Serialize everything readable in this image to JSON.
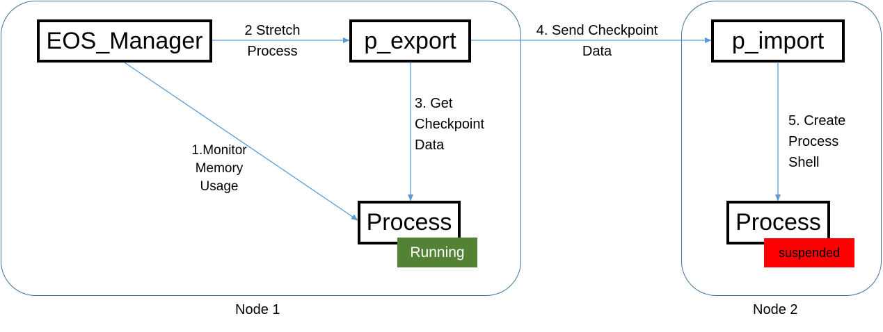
{
  "nodes": {
    "node1": {
      "label": "Node 1"
    },
    "node2": {
      "label": "Node 2"
    }
  },
  "boxes": {
    "eos_manager": "EOS_Manager",
    "p_export": "p_export",
    "p_import": "p_import",
    "process1": "Process",
    "process2": "Process"
  },
  "badges": {
    "running": {
      "text": "Running",
      "bg": "#548235",
      "fg": "#ffffff"
    },
    "suspended": {
      "text": "suspended",
      "bg": "#FF0000",
      "fg": "#000000"
    }
  },
  "edges": {
    "monitor": [
      "1.Monitor",
      "Memory",
      "Usage"
    ],
    "stretch": [
      "2 Stretch",
      "Process"
    ],
    "get_checkpoint": [
      "3. Get",
      "Checkpoint",
      "Data"
    ],
    "send_checkpoint": [
      "4. Send Checkpoint",
      "Data"
    ],
    "create_shell": [
      "5. Create",
      "Process",
      "Shell"
    ]
  },
  "colors": {
    "arrow": "#5B9BD5",
    "node_border": "#41719C"
  }
}
